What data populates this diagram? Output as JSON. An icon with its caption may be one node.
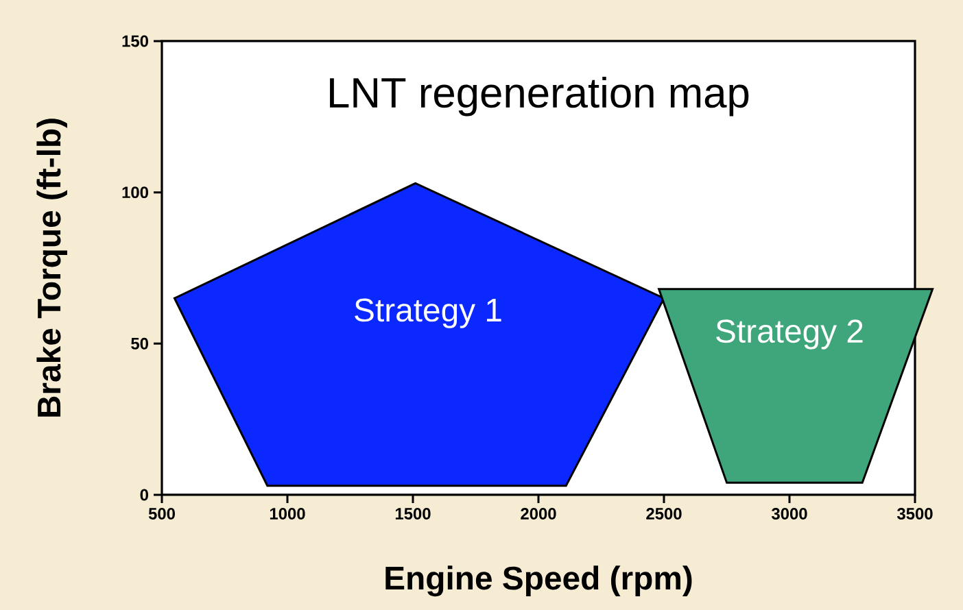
{
  "diagram": {
    "nodes": [
      {
        "text": [
          "Strategy 1"
        ]
      },
      {
        "text": [
          "Strategy 2"
        ]
      }
    ],
    "chart_data": {
      "type": "area",
      "title": "LNT regeneration map",
      "xlabel": "Engine Speed (rpm)",
      "ylabel": "Brake Torque (ft-lb)",
      "xlim": [
        500,
        3500
      ],
      "ylim": [
        0,
        150
      ],
      "xticks": [
        500,
        1000,
        1500,
        2000,
        2500,
        3000,
        3500
      ],
      "yticks": [
        0,
        50,
        100,
        150
      ]
    }
  }
}
